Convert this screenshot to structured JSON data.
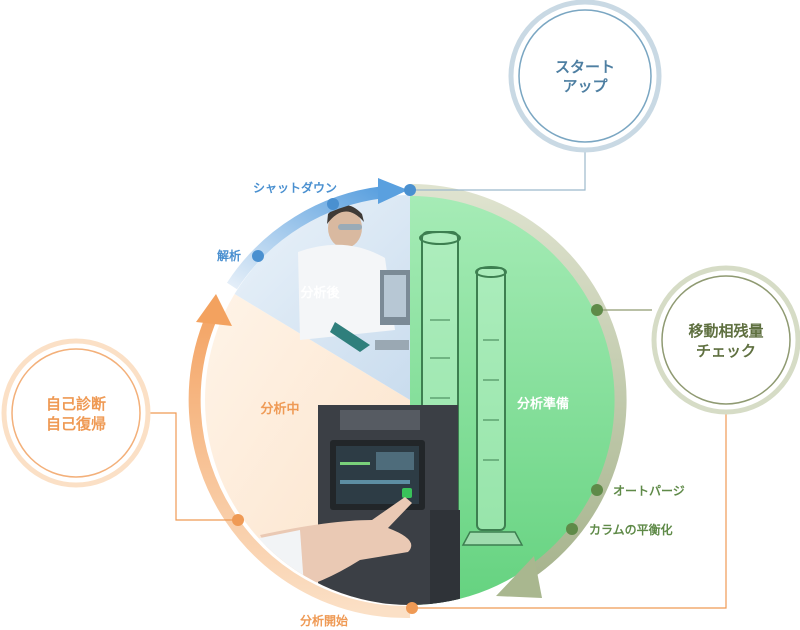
{
  "diagram": {
    "startup": {
      "line1": "スタート",
      "line2": "アップ"
    },
    "mobile_phase_check": {
      "line1": "移動相残量",
      "line2": "チェック"
    },
    "self_diagnosis": {
      "line1": "自己診断",
      "line2": "自己復帰"
    },
    "phases": {
      "post_analysis": "分析後",
      "analysis": "分析中",
      "preparation": "分析準備"
    },
    "steps": {
      "shutdown": "シャットダウン",
      "data_analysis": "解析",
      "auto_purge": "オートパージ",
      "column_equilibration": "カラムの平衡化",
      "analysis_start": "分析開始"
    },
    "colors": {
      "blue": "#4a90d0",
      "green": "#5f8a48",
      "orange": "#ef9a55",
      "green_fill": "#8fe0a6",
      "peach_fill": "#fde9d6",
      "blue_fill": "#dbeaf6"
    }
  }
}
